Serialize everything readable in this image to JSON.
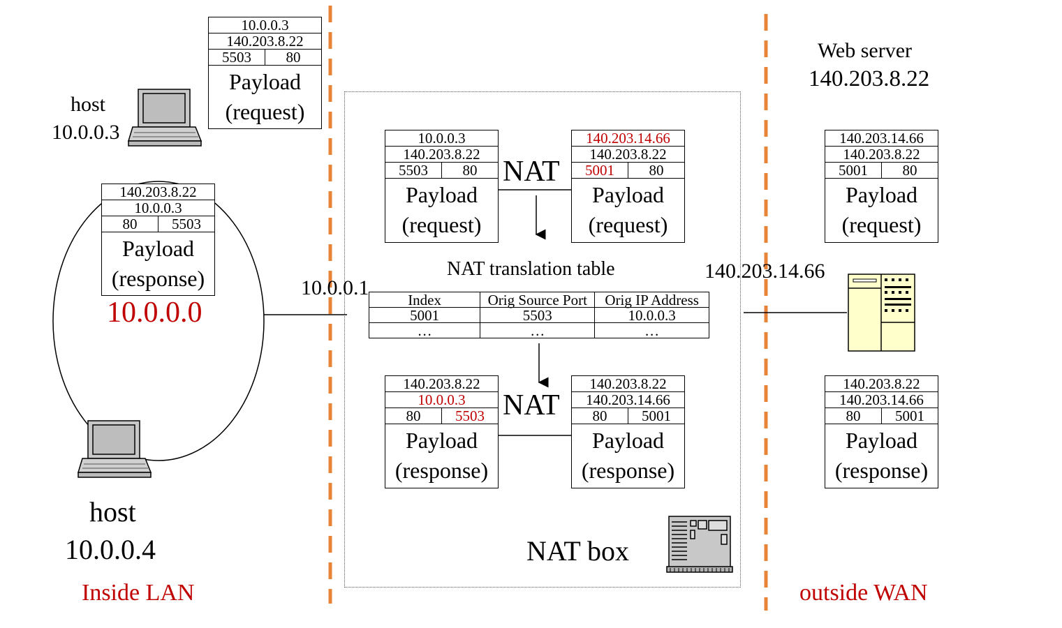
{
  "hosts": {
    "top": {
      "label": "host",
      "ip": "10.0.0.3"
    },
    "bottom": {
      "label": "host",
      "ip": "10.0.0.4"
    }
  },
  "lan": {
    "network": "10.0.0.0",
    "label": "Inside LAN",
    "gateway_ip": "10.0.0.1"
  },
  "wan": {
    "label": "outside WAN",
    "public_ip": "140.203.14.66"
  },
  "web_server": {
    "label": "Web server",
    "ip": "140.203.8.22"
  },
  "nat_box": {
    "label": "NAT box",
    "nat_label": "NAT",
    "table_title": "NAT translation table"
  },
  "colors": {
    "highlight": "#c00000",
    "boundary": "#e8833a",
    "server_fill": "#ffffcc"
  },
  "packets": {
    "host_request": {
      "src": "10.0.0.3",
      "dst": "140.203.8.22",
      "sport": "5503",
      "dport": "80",
      "payload1": "Payload",
      "payload2": "(request)"
    },
    "host_response": {
      "src": "140.203.8.22",
      "dst": "10.0.0.3",
      "sport": "80",
      "dport": "5503",
      "payload1": "Payload",
      "payload2": "(response)"
    },
    "nat_in_request": {
      "src": "10.0.0.3",
      "dst": "140.203.8.22",
      "sport": "5503",
      "dport": "80",
      "payload1": "Payload",
      "payload2": "(request)"
    },
    "nat_out_request": {
      "src": "140.203.14.66",
      "dst": "140.203.8.22",
      "sport": "5001",
      "dport": "80",
      "payload1": "Payload",
      "payload2": "(request)"
    },
    "nat_out_response": {
      "src": "140.203.8.22",
      "dst": "10.0.0.3",
      "sport": "80",
      "dport": "5503",
      "payload1": "Payload",
      "payload2": "(response)"
    },
    "nat_in_response": {
      "src": "140.203.8.22",
      "dst": "140.203.14.66",
      "sport": "80",
      "dport": "5001",
      "payload1": "Payload",
      "payload2": "(response)"
    },
    "wan_request": {
      "src": "140.203.14.66",
      "dst": "140.203.8.22",
      "sport": "5001",
      "dport": "80",
      "payload1": "Payload",
      "payload2": "(request)"
    },
    "wan_response": {
      "src": "140.203.8.22",
      "dst": "140.203.14.66",
      "sport": "80",
      "dport": "5001",
      "payload1": "Payload",
      "payload2": "(response)"
    }
  },
  "nat_table": {
    "headers": [
      "Index",
      "Orig Source Port",
      "Orig IP Address"
    ],
    "rows": [
      [
        "5001",
        "5503",
        "10.0.0.3"
      ],
      [
        "…",
        "…",
        "…"
      ]
    ]
  }
}
